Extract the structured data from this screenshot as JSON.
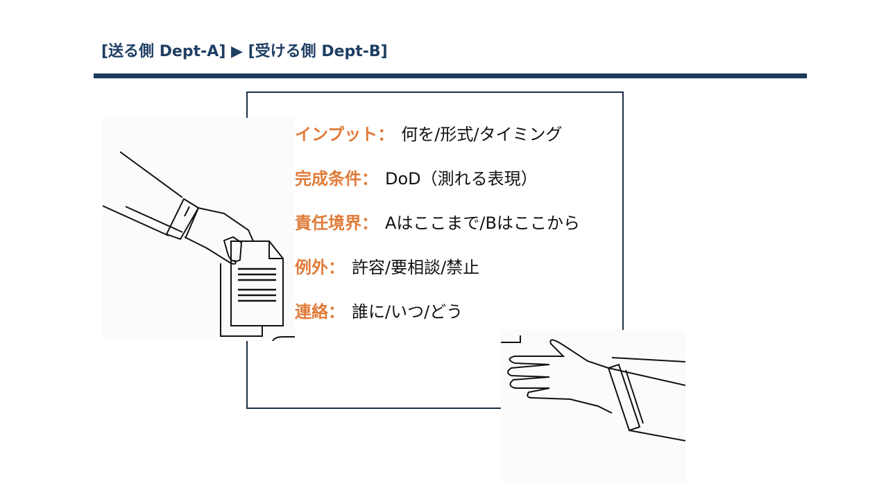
{
  "header": {
    "title": "[送る側 Dept-A] ▶ [受ける側 Dept-B]"
  },
  "items": [
    {
      "label": "インプット：",
      "value": "何を/形式/タイミング"
    },
    {
      "label": "完成条件：",
      "value": "DoD（測れる表現）"
    },
    {
      "label": "責任境界：",
      "value": "Aはここまで/Bはここから"
    },
    {
      "label": "例外：",
      "value": "許容/要相談/禁止"
    },
    {
      "label": "連絡：",
      "value": "誰に/いつ/どう"
    }
  ],
  "colors": {
    "accent": "#e07b39",
    "navy": "#1d3a5c"
  }
}
